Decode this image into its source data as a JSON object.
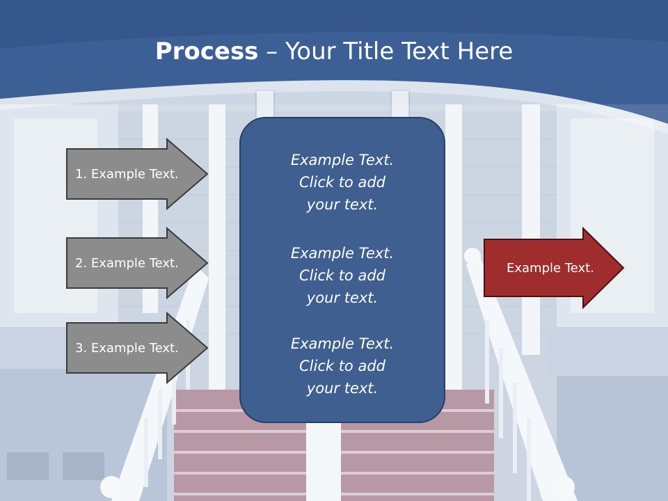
{
  "slide": {
    "title_bold": "Process",
    "title_rest": " – Your Title Text Here"
  },
  "steps": [
    {
      "label": "1. Example Text."
    },
    {
      "label": "2. Example Text."
    },
    {
      "label": "3. Example Text."
    }
  ],
  "center": {
    "blocks": [
      {
        "lines": [
          "Example Text.",
          "Click  to add",
          "your text."
        ]
      },
      {
        "lines": [
          "Example Text.",
          "Click  to add",
          "your text."
        ]
      },
      {
        "lines": [
          "Example Text.",
          "Click  to add",
          "your text."
        ]
      }
    ]
  },
  "output": {
    "label": "Example Text."
  },
  "colors": {
    "header_blue": "#3c5f95",
    "step_arrow_gray": "#8c8c8c",
    "center_box_blue": "#3f5f90",
    "output_arrow_red": "#a02d2d"
  }
}
